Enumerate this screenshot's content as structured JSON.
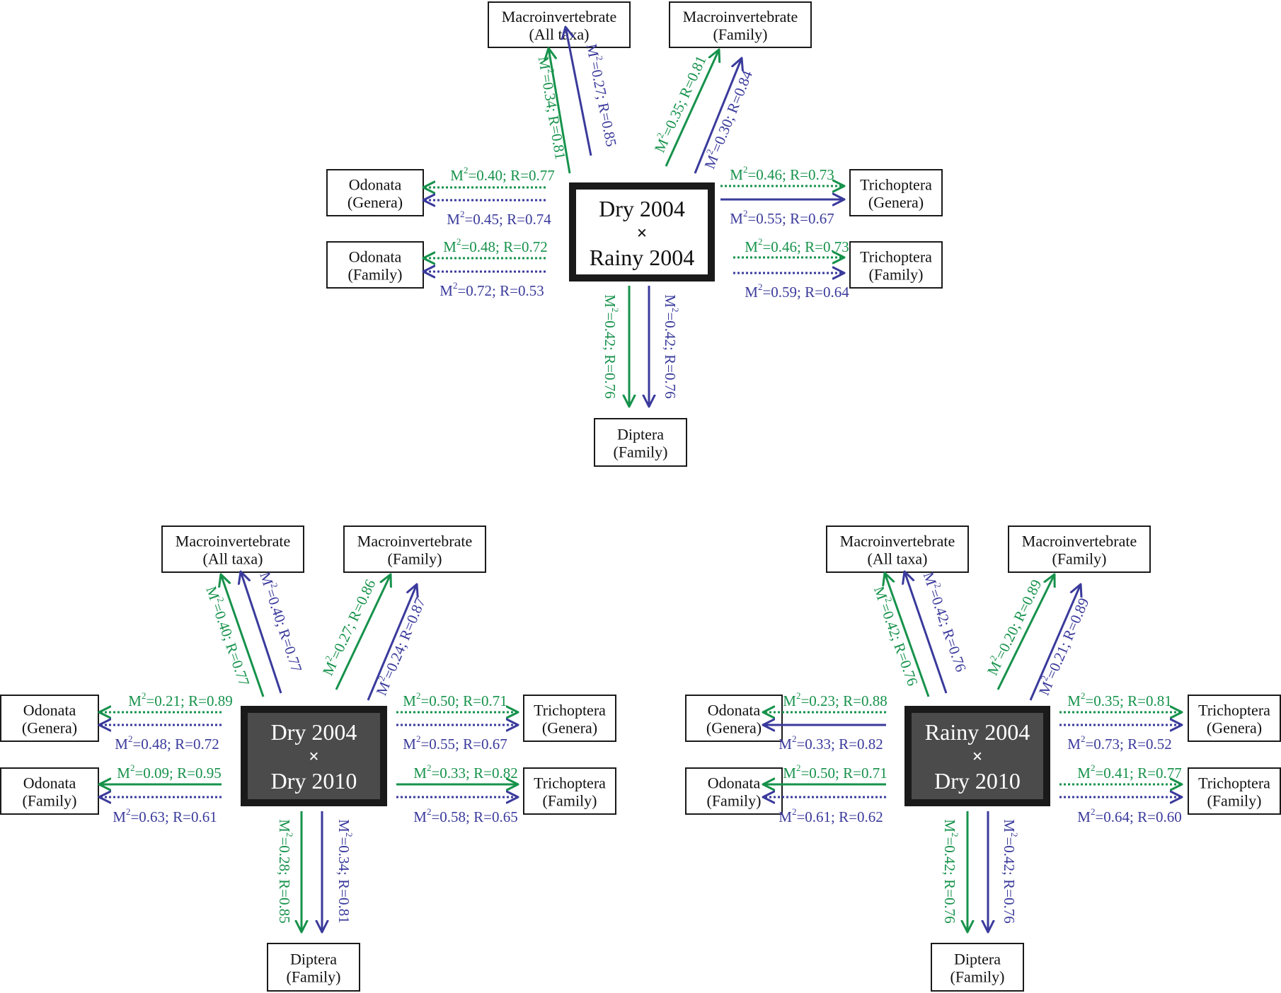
{
  "colors": {
    "green": "#16924b",
    "blue": "#3a3a9c",
    "box_stroke": "#1a1a1a",
    "center_dark_fill": "#4b4b4b",
    "center_light_fill": "#ffffff",
    "center_dark_text": "#ffffff",
    "center_light_text": "#111111"
  },
  "panels": [
    {
      "id": "top",
      "center": {
        "line1": "Dry 2004",
        "times": "×",
        "line2": "Rainy 2004",
        "style": "light"
      },
      "targets": {
        "mi_all": {
          "line1": "Macroinvertebrate",
          "line2": "(All taxa)"
        },
        "mi_fam": {
          "line1": "Macroinvertebrate",
          "line2": "(Family)"
        },
        "odo_gen": {
          "line1": "Odonata",
          "line2": "(Genera)"
        },
        "odo_fam": {
          "line1": "Odonata",
          "line2": "(Family)"
        },
        "tri_gen": {
          "line1": "Trichoptera",
          "line2": "(Genera)"
        },
        "tri_fam": {
          "line1": "Trichoptera",
          "line2": "(Family)"
        },
        "dip_fam": {
          "line1": "Diptera",
          "line2": "(Family)"
        }
      },
      "arrows": [
        {
          "target": "mi_all",
          "series": "green",
          "dashed": false,
          "m2": "0.34",
          "r": "0.81"
        },
        {
          "target": "mi_all",
          "series": "blue",
          "dashed": false,
          "m2": "0.27",
          "r": "0.85"
        },
        {
          "target": "mi_fam",
          "series": "green",
          "dashed": false,
          "m2": "0.35",
          "r": "0.81"
        },
        {
          "target": "mi_fam",
          "series": "blue",
          "dashed": false,
          "m2": "0.30",
          "r": "0.84"
        },
        {
          "target": "odo_gen",
          "series": "green",
          "dashed": true,
          "m2": "0.40",
          "r": "0.77"
        },
        {
          "target": "odo_gen",
          "series": "blue",
          "dashed": true,
          "m2": "0.45",
          "r": "0.74"
        },
        {
          "target": "odo_fam",
          "series": "green",
          "dashed": true,
          "m2": "0.48",
          "r": "0.72"
        },
        {
          "target": "odo_fam",
          "series": "blue",
          "dashed": true,
          "m2": "0.72",
          "r": "0.53"
        },
        {
          "target": "tri_gen",
          "series": "green",
          "dashed": true,
          "m2": "0.46",
          "r": "0.73"
        },
        {
          "target": "tri_gen",
          "series": "blue",
          "dashed": false,
          "m2": "0.55",
          "r": "0.67"
        },
        {
          "target": "tri_fam",
          "series": "green",
          "dashed": true,
          "m2": "0.46",
          "r": "0.73"
        },
        {
          "target": "tri_fam",
          "series": "blue",
          "dashed": true,
          "m2": "0.59",
          "r": "0.64"
        },
        {
          "target": "dip_fam",
          "series": "green",
          "dashed": false,
          "m2": "0.42",
          "r": "0.76"
        },
        {
          "target": "dip_fam",
          "series": "blue",
          "dashed": false,
          "m2": "0.42",
          "r": "0.76"
        }
      ]
    },
    {
      "id": "bottom-left",
      "center": {
        "line1": "Dry 2004",
        "times": "×",
        "line2": "Dry 2010",
        "style": "dark"
      },
      "targets": {
        "mi_all": {
          "line1": "Macroinvertebrate",
          "line2": "(All taxa)"
        },
        "mi_fam": {
          "line1": "Macroinvertebrate",
          "line2": "(Family)"
        },
        "odo_gen": {
          "line1": "Odonata",
          "line2": "(Genera)"
        },
        "odo_fam": {
          "line1": "Odonata",
          "line2": "(Family)"
        },
        "tri_gen": {
          "line1": "Trichoptera",
          "line2": "(Genera)"
        },
        "tri_fam": {
          "line1": "Trichoptera",
          "line2": "(Family)"
        },
        "dip_fam": {
          "line1": "Diptera",
          "line2": "(Family)"
        }
      },
      "arrows": [
        {
          "target": "mi_all",
          "series": "green",
          "dashed": false,
          "m2": "0.40",
          "r": "0.77"
        },
        {
          "target": "mi_all",
          "series": "blue",
          "dashed": false,
          "m2": "0.40",
          "r": "0.77"
        },
        {
          "target": "mi_fam",
          "series": "green",
          "dashed": false,
          "m2": "0.27",
          "r": "0.86"
        },
        {
          "target": "mi_fam",
          "series": "blue",
          "dashed": false,
          "m2": "0.24",
          "r": "0.87"
        },
        {
          "target": "odo_gen",
          "series": "green",
          "dashed": true,
          "m2": "0.21",
          "r": "0.89"
        },
        {
          "target": "odo_gen",
          "series": "blue",
          "dashed": true,
          "m2": "0.48",
          "r": "0.72"
        },
        {
          "target": "odo_fam",
          "series": "green",
          "dashed": false,
          "m2": "0.09",
          "r": "0.95"
        },
        {
          "target": "odo_fam",
          "series": "blue",
          "dashed": true,
          "m2": "0.63",
          "r": "0.61"
        },
        {
          "target": "tri_gen",
          "series": "green",
          "dashed": true,
          "m2": "0.50",
          "r": "0.71"
        },
        {
          "target": "tri_gen",
          "series": "blue",
          "dashed": true,
          "m2": "0.55",
          "r": "0.67"
        },
        {
          "target": "tri_fam",
          "series": "green",
          "dashed": false,
          "m2": "0.33",
          "r": "0.82"
        },
        {
          "target": "tri_fam",
          "series": "blue",
          "dashed": true,
          "m2": "0.58",
          "r": "0.65"
        },
        {
          "target": "dip_fam",
          "series": "green",
          "dashed": false,
          "m2": "0.28",
          "r": "0.85"
        },
        {
          "target": "dip_fam",
          "series": "blue",
          "dashed": false,
          "m2": "0.34",
          "r": "0.81"
        }
      ]
    },
    {
      "id": "bottom-right",
      "center": {
        "line1": "Rainy 2004",
        "times": "×",
        "line2": "Dry 2010",
        "style": "dark"
      },
      "targets": {
        "mi_all": {
          "line1": "Macroinvertebrate",
          "line2": "(All taxa)"
        },
        "mi_fam": {
          "line1": "Macroinvertebrate",
          "line2": "(Family)"
        },
        "odo_gen": {
          "line1": "Odonata",
          "line2": "(Genera)"
        },
        "odo_fam": {
          "line1": "Odonata",
          "line2": "(Family)"
        },
        "tri_gen": {
          "line1": "Trichoptera",
          "line2": "(Genera)"
        },
        "tri_fam": {
          "line1": "Trichoptera",
          "line2": "(Family)"
        },
        "dip_fam": {
          "line1": "Diptera",
          "line2": "(Family)"
        }
      },
      "arrows": [
        {
          "target": "mi_all",
          "series": "green",
          "dashed": false,
          "m2": "0.42",
          "r": "0.76"
        },
        {
          "target": "mi_all",
          "series": "blue",
          "dashed": false,
          "m2": "0.42",
          "r": "0.76"
        },
        {
          "target": "mi_fam",
          "series": "green",
          "dashed": false,
          "m2": "0.20",
          "r": "0.89"
        },
        {
          "target": "mi_fam",
          "series": "blue",
          "dashed": false,
          "m2": "0.21",
          "r": "0.89"
        },
        {
          "target": "odo_gen",
          "series": "green",
          "dashed": true,
          "m2": "0.23",
          "r": "0.88"
        },
        {
          "target": "odo_gen",
          "series": "blue",
          "dashed": false,
          "m2": "0.33",
          "r": "0.82"
        },
        {
          "target": "odo_fam",
          "series": "green",
          "dashed": false,
          "m2": "0.50",
          "r": "0.71"
        },
        {
          "target": "odo_fam",
          "series": "blue",
          "dashed": true,
          "m2": "0.61",
          "r": "0.62"
        },
        {
          "target": "tri_gen",
          "series": "green",
          "dashed": true,
          "m2": "0.35",
          "r": "0.81"
        },
        {
          "target": "tri_gen",
          "series": "blue",
          "dashed": true,
          "m2": "0.73",
          "r": "0.52"
        },
        {
          "target": "tri_fam",
          "series": "green",
          "dashed": true,
          "m2": "0.41",
          "r": "0.77"
        },
        {
          "target": "tri_fam",
          "series": "blue",
          "dashed": true,
          "m2": "0.64",
          "r": "0.60"
        },
        {
          "target": "dip_fam",
          "series": "green",
          "dashed": false,
          "m2": "0.42",
          "r": "0.76"
        },
        {
          "target": "dip_fam",
          "series": "blue",
          "dashed": false,
          "m2": "0.42",
          "r": "0.76"
        }
      ]
    }
  ]
}
